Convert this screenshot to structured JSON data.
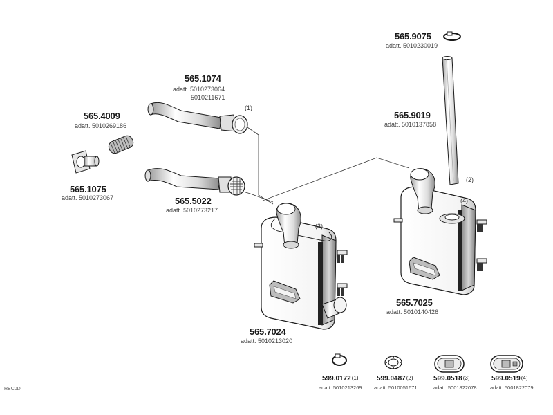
{
  "parts": {
    "p_5659075": {
      "number": "565.9075",
      "adatt": "adatt. 5010230019"
    },
    "p_5651074": {
      "number": "565.1074",
      "adatt_1": "adatt. 5010273064",
      "adatt_2": "5010211671"
    },
    "p_5659019": {
      "number": "565.9019",
      "adatt": "adatt. 5010137858"
    },
    "p_5654009": {
      "number": "565.4009",
      "adatt": "adatt. 5010269186"
    },
    "p_5651075": {
      "number": "565.1075",
      "adatt": "adatt. 5010273067"
    },
    "p_5655022": {
      "number": "565.5022",
      "adatt": "adatt. 5010273217"
    },
    "p_5657025": {
      "number": "565.7025",
      "adatt": "adatt. 5010140426"
    },
    "p_5657024": {
      "number": "565.7024",
      "adatt": "adatt. 5010213020"
    }
  },
  "callouts": {
    "c1": "(1)",
    "c2": "(2)",
    "c3": "(3)",
    "c4": "(4)"
  },
  "accessories": [
    {
      "number": "599.0172",
      "ref": "(1)",
      "adatt": "adatt. 5010213269"
    },
    {
      "number": "599.0487",
      "ref": "(2)",
      "adatt": "adatt. 5010051671"
    },
    {
      "number": "599.0518",
      "ref": "(3)",
      "adatt": "adatt. 5001822078"
    },
    {
      "number": "599.0519",
      "ref": "(4)",
      "adatt": "adatt. 5001822079"
    }
  ],
  "image_code": "RBC0D",
  "colors": {
    "line": "#1a1a1a",
    "fill": "#ffffff",
    "shade": "#cfcfcf",
    "dark": "#555555"
  }
}
